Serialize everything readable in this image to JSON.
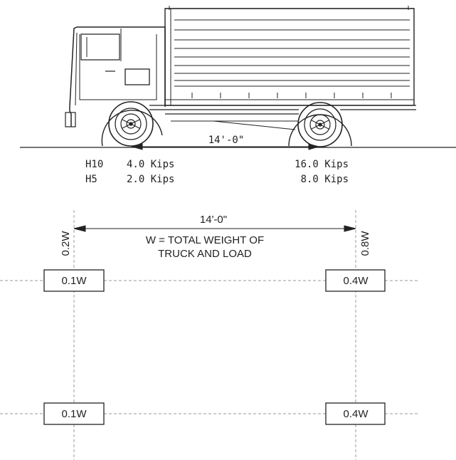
{
  "truck_elevation": {
    "axle_spacing": "14'-0\"",
    "loads": [
      {
        "class": "H10",
        "front": "4.0 Kips",
        "rear": "16.0 Kips"
      },
      {
        "class": "H5",
        "front": "2.0 Kips",
        "rear": "8.0 Kips"
      }
    ]
  },
  "plan_view": {
    "axle_spacing": "14'-0\"",
    "note_line1": "W = TOTAL WEIGHT OF",
    "note_line2": "TRUCK AND LOAD",
    "front_axle_total": "0.2W",
    "rear_axle_total": "0.8W",
    "wheels": {
      "front_left": "0.1W",
      "rear_left": "0.4W",
      "front_right": "0.1W",
      "rear_right": "0.4W"
    }
  }
}
